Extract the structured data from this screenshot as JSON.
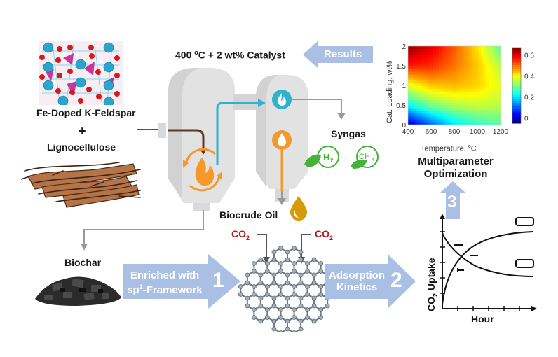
{
  "title": "Catalytic pyrolysis of lignocellulose with Fe-doped K-feldspar to biochar for CO2 uptake",
  "inputs": {
    "catalyst_label": "Fe-Doped K-Feldspar",
    "plus": "+",
    "biomass_label": "Lignocellulose"
  },
  "reactor": {
    "condition_label": "400 °C + 2 wt% Catalyst",
    "condition_prefix": "400 ",
    "condition_degree": "o",
    "condition_suffix": "C + 2 wt% Catalyst",
    "results_arrow_label": "Results",
    "icons": [
      "flame-recycle-icon",
      "gas-flame-icon",
      "oil-drop-icon"
    ]
  },
  "products": {
    "syngas_label": "Syngas",
    "h2_label": "H",
    "h2_sub": "2",
    "ch4_label": "CH",
    "ch4_sub": "4",
    "oil_label": "Biocrude Oil",
    "biochar_label": "Biochar"
  },
  "steps": [
    {
      "number": "1",
      "line1": "Enriched with",
      "line2_pre": "sp",
      "line2_sup": "2",
      "line2_post": "-Framework"
    },
    {
      "number": "2",
      "line1": "Adsorption",
      "line2": "Kinetics"
    },
    {
      "number": "3"
    }
  ],
  "graphene": {
    "co2_left": "CO",
    "co2_right": "CO",
    "co2_sub": "2"
  },
  "kinetics_plot": {
    "ylabel_pre": "CO",
    "ylabel_sub": "2",
    "ylabel_post": " Uptake",
    "xlabel": "Hour"
  },
  "optimization_label_line1": "Multiparameter",
  "optimization_label_line2": "Optimization",
  "colors": {
    "arrow_blue": "#a9bfe3",
    "reactor_gray": "#e3e3e3",
    "teal": "#2bb3cf",
    "orange": "#f7982b",
    "brown": "#5a3a2c",
    "oil_gold": "#d99a0a",
    "leaf_green": "#45b339",
    "co2_red": "#b01c1c"
  },
  "chart_data": {
    "type": "heatmap",
    "title": "",
    "xlabel": "Temperature, °C",
    "xlabel_pre": "Temperature, ",
    "xlabel_deg": "o",
    "xlabel_post": "C",
    "ylabel": "Cat. Loading, wt%",
    "xlim": [
      400,
      1200
    ],
    "ylim": [
      0,
      2
    ],
    "xticks": [
      "400",
      "600",
      "800",
      "1000",
      "1200"
    ],
    "yticks": [
      "0",
      "0.5",
      "1",
      "1.5",
      "2"
    ],
    "colorbar": {
      "range": [
        -0.05,
        0.67
      ],
      "ticks": [
        "0",
        "0.2",
        "0.4",
        "0.6"
      ],
      "colormap": "jet"
    },
    "grid": {
      "x": [
        400,
        600,
        800,
        1000,
        1200
      ],
      "y": [
        0,
        0.5,
        1,
        1.5,
        2
      ],
      "z": [
        [
          0.0,
          0.1,
          0.2,
          0.25,
          0.28
        ],
        [
          0.22,
          0.3,
          0.34,
          0.36,
          0.35
        ],
        [
          0.38,
          0.44,
          0.45,
          0.43,
          0.38
        ],
        [
          0.56,
          0.55,
          0.5,
          0.44,
          0.35
        ],
        [
          0.66,
          0.6,
          0.52,
          0.42,
          0.28
        ]
      ]
    }
  }
}
